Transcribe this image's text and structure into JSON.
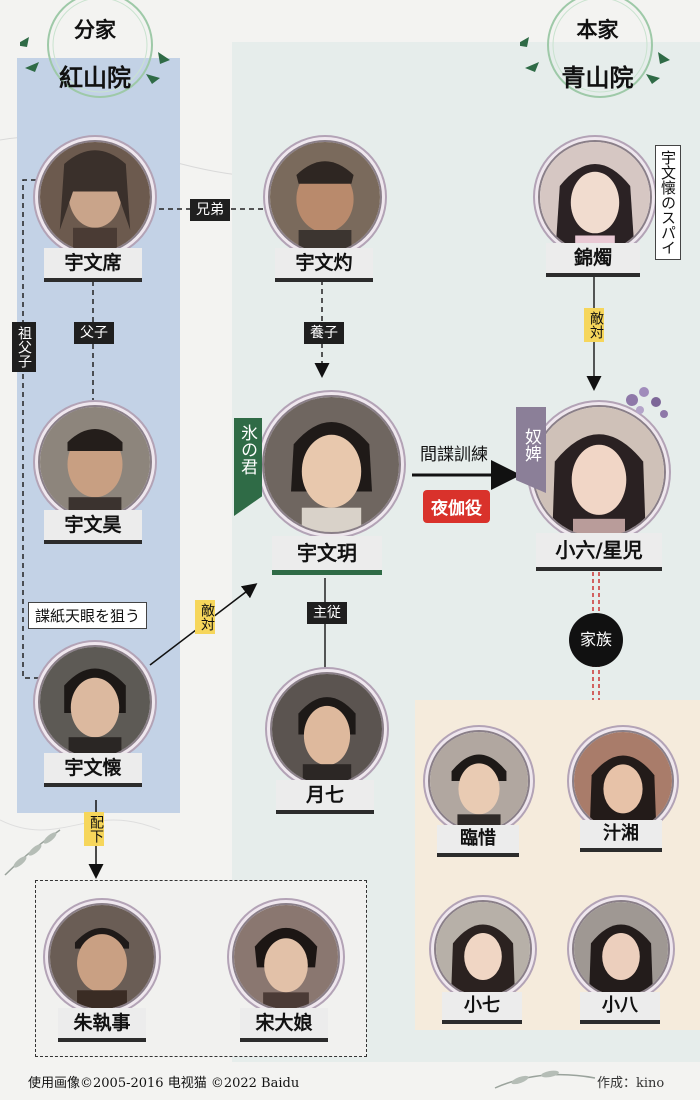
{
  "headers": {
    "left_top": "分家",
    "left_main": "紅山院",
    "right_top": "本家",
    "right_main": "青山院"
  },
  "people": {
    "uwenseki": "宇文席",
    "uwenshaku": "宇文灼",
    "kinshoku": "錦燭",
    "uwenko": "宇文昊",
    "uwengetsu": "宇文玥",
    "shoroku": "小六/星児",
    "uwenkai": "宇文懐",
    "gesshichi": "月七",
    "rinsaku": "臨惜",
    "jushou": "汁湘",
    "shoshichi": "小七",
    "shohachi": "小八",
    "shushitsuji": "朱執事",
    "soudaijou": "宋大娘"
  },
  "relations": {
    "kyoudai": "兄弟",
    "fushi": "父子",
    "sofushi": "祖父子",
    "youshi": "養子",
    "tekitai1": "敵対",
    "tekitai2": "敵対",
    "shujuu": "主従",
    "haika": "配下",
    "kanchou": "間諜訓練",
    "kazoku": "家族",
    "yakagaku": "夜伽役",
    "spy": "宇文懐のスパイ",
    "hinokimi": "氷の君",
    "nuhi": "奴婢",
    "target": "諜紙天眼を狙う"
  },
  "footer": {
    "credit": "使用画像©2005-2016 电视猫 ©2022 Baidu",
    "author": "作成：kino"
  },
  "colors": {
    "left_panel": "#c3d2e6",
    "center_panel": "#e4ecea",
    "right_family": "#f5ebdc",
    "green_tag": "#2f6b46",
    "red_badge": "#d9322b",
    "yellow_tag": "#f6d65b",
    "purple_tag": "#8b7f98"
  }
}
